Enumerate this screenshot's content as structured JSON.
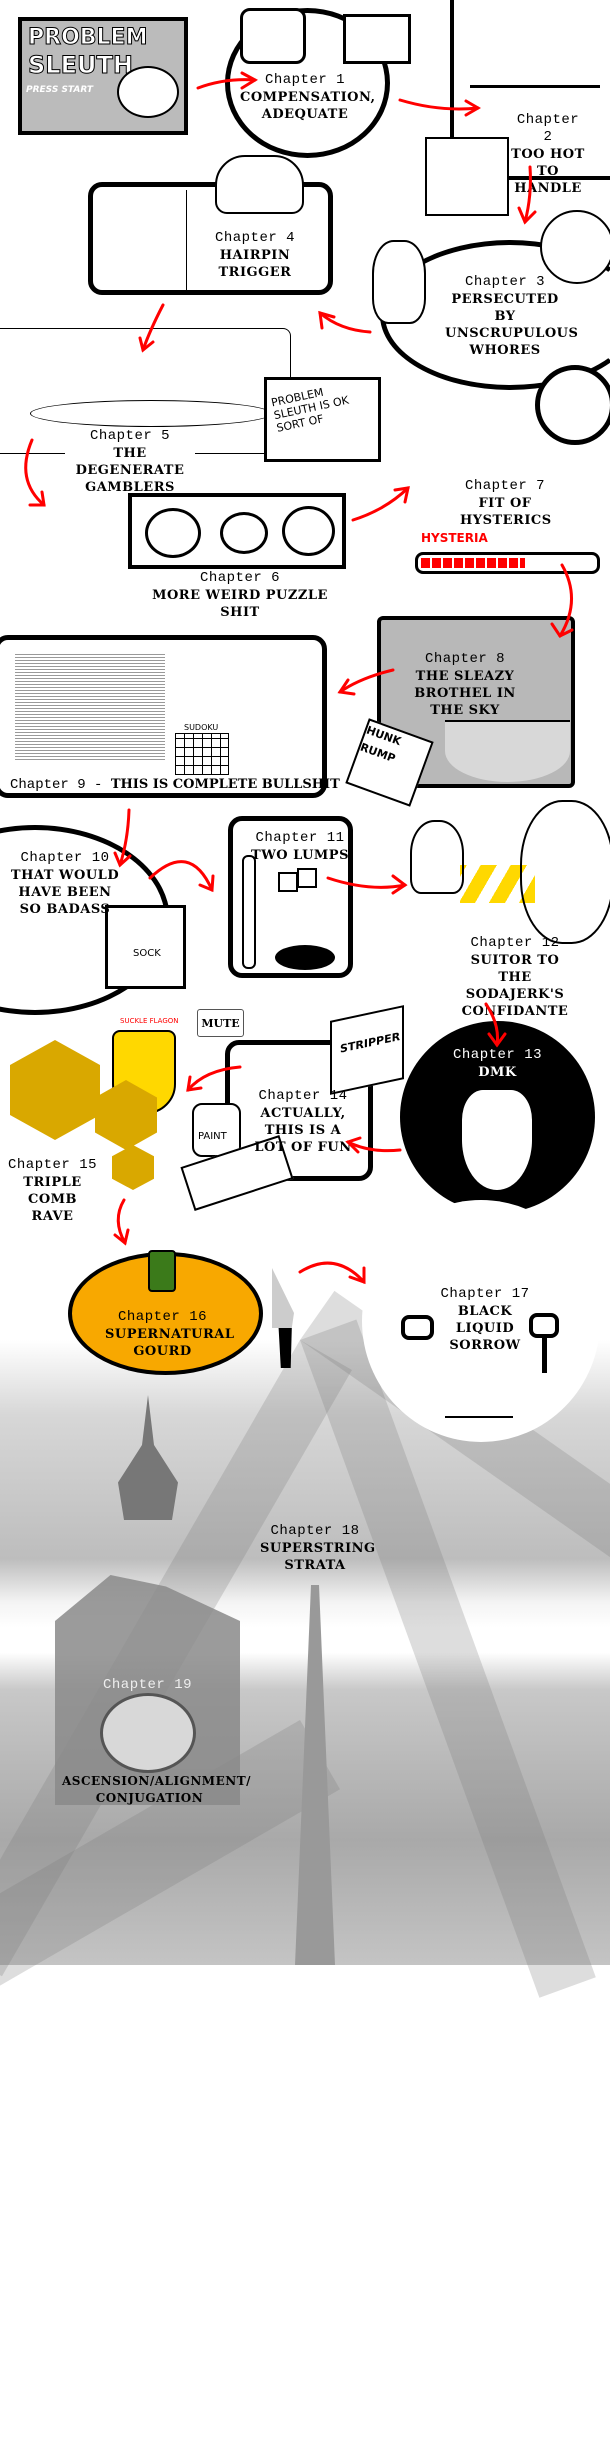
{
  "title_card": {
    "line1": "PROBLEM",
    "line2": "SLEUTH",
    "press_start": "PRESS START"
  },
  "chapters": [
    {
      "number": "Chapter 1",
      "title": "COMPENSATION, ADEQUATE"
    },
    {
      "number": "Chapter 2",
      "title": "TOO HOT TO HANDLE"
    },
    {
      "number": "Chapter 3",
      "title": "PERSECUTED BY UNSCRUPULOUS WHORES"
    },
    {
      "number": "Chapter 4",
      "title": "HAIRPIN TRIGGER"
    },
    {
      "number": "Chapter 5",
      "title": "THE DEGENERATE GAMBLERS"
    },
    {
      "number": "Chapter 6",
      "title": "MORE WEIRD PUZZLE SHIT"
    },
    {
      "number": "Chapter 7",
      "title": "FIT OF HYSTERICS"
    },
    {
      "number": "Chapter 8",
      "title": "THE SLEAZY BROTHEL IN THE SKY"
    },
    {
      "number": "Chapter 9",
      "title": "THIS IS COMPLETE BULLSHIT"
    },
    {
      "number": "Chapter 10",
      "title": "THAT WOULD HAVE BEEN SO BADASS"
    },
    {
      "number": "Chapter 11",
      "title": "TWO LUMPS"
    },
    {
      "number": "Chapter 12",
      "title": "SUITOR TO THE SODAJERK'S CONFIDANTE"
    },
    {
      "number": "Chapter 13",
      "title": "DMK"
    },
    {
      "number": "Chapter 14",
      "title": "ACTUALLY, THIS IS A LOT OF FUN"
    },
    {
      "number": "Chapter 15",
      "title": "TRIPLE COMB RAVE"
    },
    {
      "number": "Chapter 16",
      "title": "SUPERNATURAL GOURD"
    },
    {
      "number": "Chapter 17",
      "title": "BLACK LIQUID SORROW"
    },
    {
      "number": "Chapter 18",
      "title": "SUPERSTRING STRATA"
    },
    {
      "number": "Chapter 19",
      "title": "ASCENSION/ALIGNMENT/ CONJUGATION"
    }
  ],
  "chapter9_separator": " - ",
  "hysteria": {
    "label": "HYSTERIA",
    "level_percent": 60,
    "color": "#ff0000"
  },
  "doodles": {
    "sign": "PROBLEM SLEUTH IS OK SORT OF",
    "sudoku": "SUDOKU",
    "magazine": "HUNK RUMP",
    "sock": "SOCK",
    "stripper": "STRIPPER",
    "paint": "PAINT",
    "suckle_flagon": "SUCKLE FLAGON"
  },
  "mute_button": {
    "label": "MUTE"
  },
  "colors": {
    "arrow": "#ff0000",
    "gourd": "#f8a800",
    "stripe": "#ffd800",
    "honey": "#d9a800"
  }
}
